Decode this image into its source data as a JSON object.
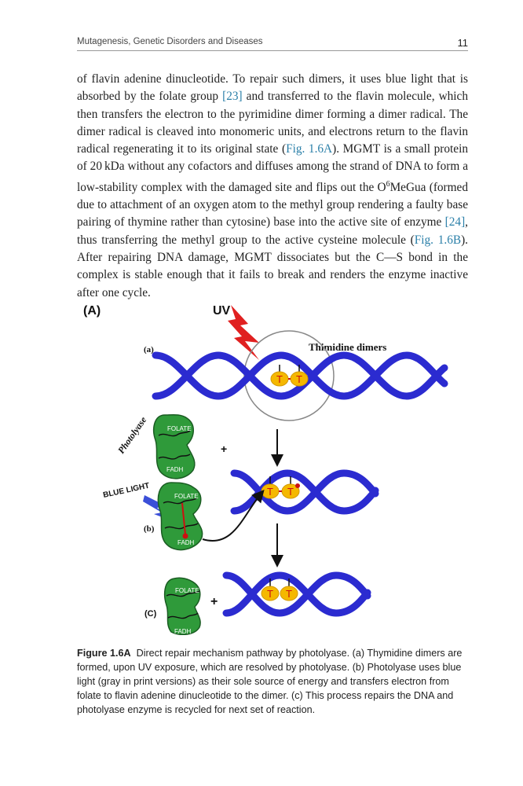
{
  "header": {
    "running_title": "Mutagenesis, Genetic Disorders and Diseases",
    "page_number": "11"
  },
  "body": {
    "p1": "of flavin adenine dinucleotide. To repair such dimers, it uses blue light that is absorbed by the folate group",
    "r1": "[23]",
    "p2": "and transferred to the flavin molecule, which then transfers the electron to the pyrimidine dimer forming a dimer radical. The dimer radical is cleaved into monomeric units, and electrons return to the flavin radical regenerating it to its original state (",
    "r2": "Fig. 1.6A",
    "p3": "). MGMT is a small protein of 20 kDa without any cofactors and diffuses among the strand of DNA to form a low-stability complex with the damaged site and flips out the O",
    "sup": "6",
    "p4": "MeGua (formed due to attachment of an oxygen atom to the methyl group rendering a faulty base pairing of thymine rather than cytosine) base into the active site of enzyme",
    "r3": "[24]",
    "p5": ", thus transferring the methyl group to the active cysteine molecule (",
    "r4": "Fig. 1.6B",
    "p6": "). After repairing DNA damage, MGMT dissociates but the C—S bond in the complex is stable enough that it fails to break and renders the enzyme inactive after one cycle."
  },
  "figure": {
    "panel_label": "(A)",
    "uv_label": "UV",
    "thimidine_label": "Thimidine dimers",
    "photolyase_label": "Photolyase",
    "blue_light_label": "BLUE LIGHT",
    "sub_a": "(a)",
    "sub_b": "(b)",
    "sub_c": "(C)",
    "folate": "FOLATE",
    "fadh": "FADH",
    "plus": "+",
    "t": "T",
    "colors": {
      "dna": "#2b2bd0",
      "enzyme": "#2f9a3a",
      "bolt_red": "#e02020",
      "bolt_blue": "#3b4fd8",
      "base_yellow": "#f5b800",
      "base_red": "#cc1010"
    }
  },
  "caption": {
    "label": "Figure 1.6A",
    "text": "Direct repair mechanism pathway by photolyase. (a) Thymidine dimers are formed, upon UV exposure, which are resolved by photolyase. (b) Photolyase uses blue light (gray in print versions) as their sole source of energy and transfers electron from folate to flavin adenine dinucleotide to the dimer. (c) This process repairs the DNA and photolyase enzyme is recycled for next set of reaction."
  }
}
